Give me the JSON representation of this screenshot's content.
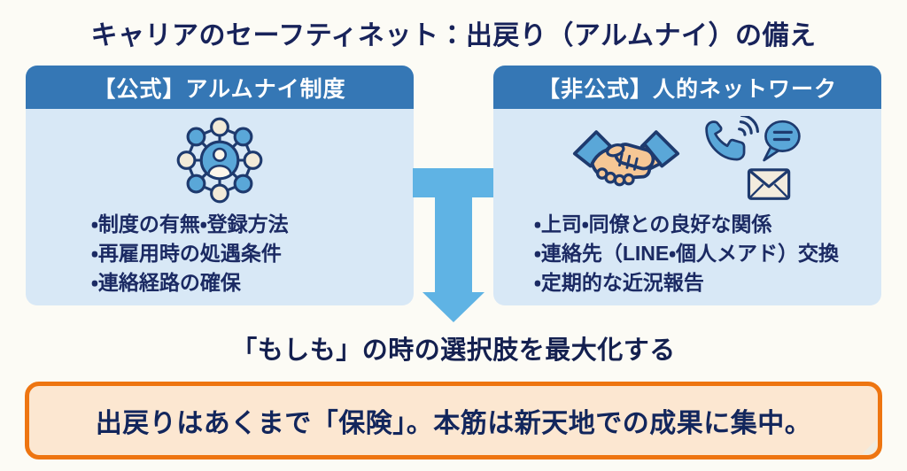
{
  "title": "キャリアのセーフティネット：出戻り（アルムナイ）の備え",
  "panels": [
    {
      "header": "【公式】アルムナイ制度",
      "icon": "network-people-icon",
      "items": [
        "・制度の有無・登録方法",
        "・再雇用時の処遇条件",
        "・連絡経路の確保"
      ]
    },
    {
      "header": "【非公式】人的ネットワーク",
      "icons": [
        "handshake-icon",
        "phone-icon",
        "chat-bubble-icon",
        "envelope-icon"
      ],
      "items": [
        "・上司・同僚との良好な関係",
        "・連絡先（LINE・個人メアド）交換",
        "・定期的な近況報告"
      ]
    }
  ],
  "arrow": {
    "direction": "down"
  },
  "middle_text": "「もしも」の時の選択肢を最大化する",
  "conclusion": "出戻りはあくまで「保険」。本筋は新天地での成果に集中。",
  "colors": {
    "background": "#fcfbf5",
    "title_text": "#18235a",
    "header_bg": "#3577b5",
    "panel_bg": "#d8e8f6",
    "bullet_text": "#1b2a63",
    "arrow": "#5fb3e4",
    "icon_blue": "#5aa7d8",
    "icon_navy": "#1e3a6e",
    "icon_skin": "#f6c795",
    "icon_cream": "#f2ead8",
    "box_border": "#ee7511",
    "box_bg": "#fce7d1"
  }
}
